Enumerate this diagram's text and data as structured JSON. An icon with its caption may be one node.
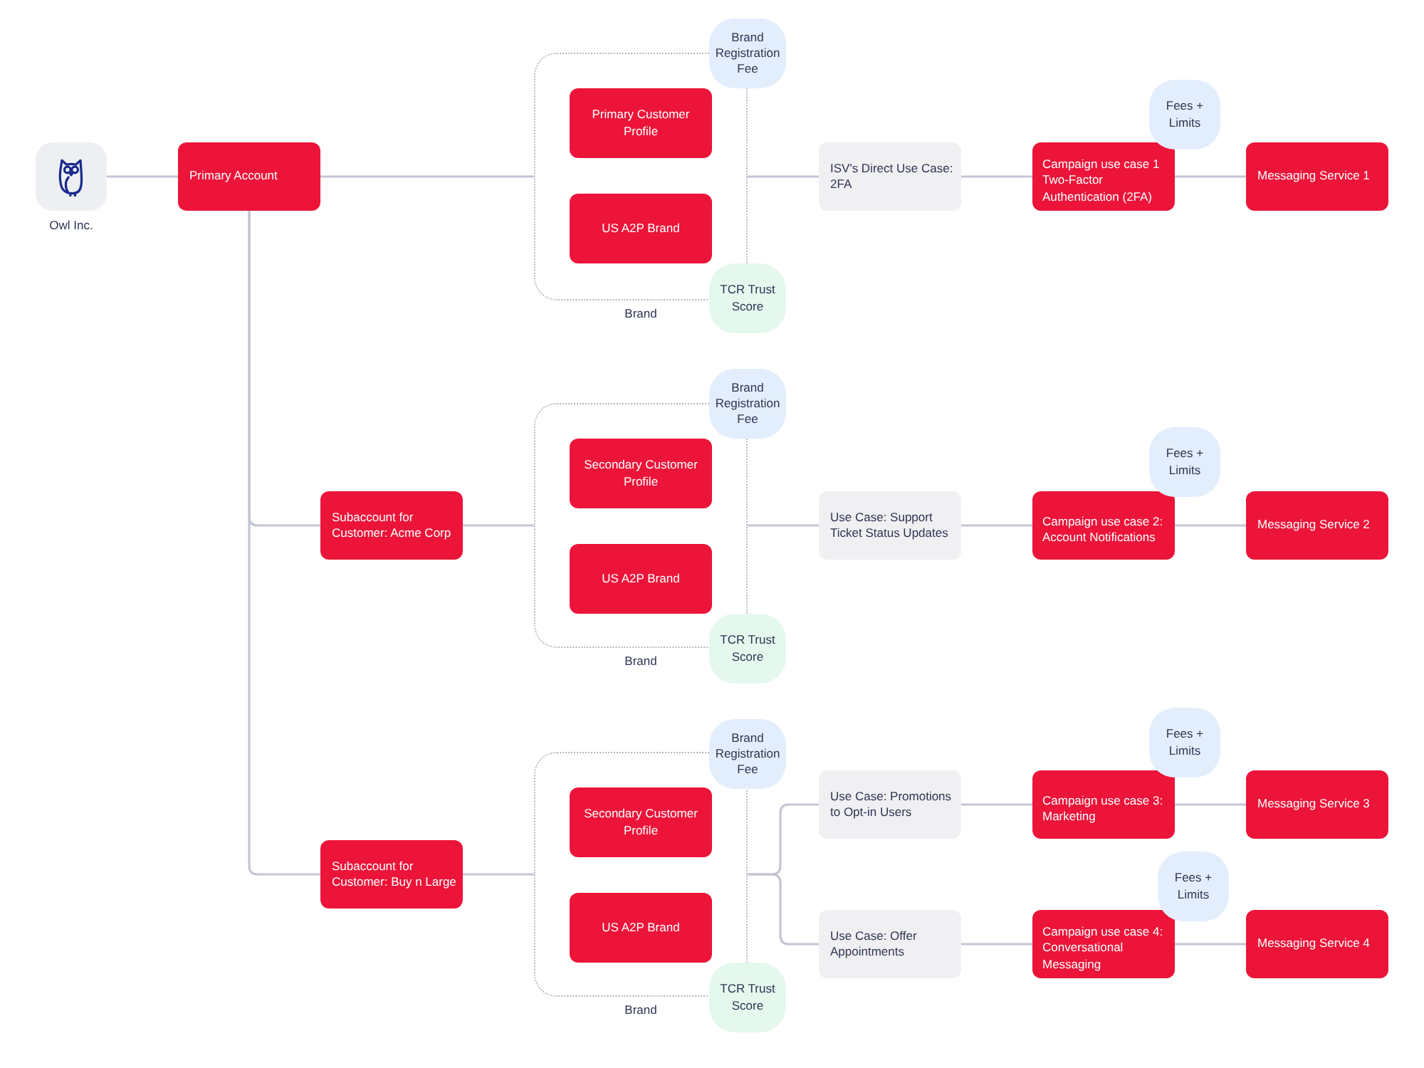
{
  "diagram": {
    "nodes": [
      {
        "text": [
          "Owl Inc."
        ]
      },
      {
        "text": [
          "Primary Account"
        ]
      },
      {
        "text": [
          "Brand"
        ]
      },
      {
        "text": [
          "Primary Customer Profile"
        ],
        "in": 2
      },
      {
        "text": [
          "US A2P Brand"
        ],
        "in": 2
      },
      {
        "text": [
          "Brand Registration Fee"
        ]
      },
      {
        "text": [
          "TCR Trust Score"
        ]
      },
      {
        "text": [
          "ISV's Direct Use Case: 2FA"
        ]
      },
      {
        "text": [
          "Campaign use case 1 Two-Factor Authentication (2FA)"
        ]
      },
      {
        "text": [
          "Fees + Limits"
        ]
      },
      {
        "text": [
          "Messaging Service 1"
        ]
      },
      {
        "text": [
          "Subaccount for Customer: Acme Corp"
        ]
      },
      {
        "text": [
          "Brand"
        ]
      },
      {
        "text": [
          "Secondary Customer Profile"
        ],
        "in": 12
      },
      {
        "text": [
          "US A2P Brand"
        ],
        "in": 12
      },
      {
        "text": [
          "Brand Registration Fee"
        ]
      },
      {
        "text": [
          "TCR Trust Score"
        ]
      },
      {
        "text": [
          "Use Case: Support Ticket Status Updates"
        ]
      },
      {
        "text": [
          "Campaign use case 2: Account Notifications"
        ]
      },
      {
        "text": [
          "Fees + Limits"
        ]
      },
      {
        "text": [
          "Messaging Service 2"
        ]
      },
      {
        "text": [
          "Subaccount for Customer: Buy n Large"
        ]
      },
      {
        "text": [
          "Brand"
        ]
      },
      {
        "text": [
          "Secondary Customer Profile"
        ],
        "in": 22
      },
      {
        "text": [
          "US A2P Brand"
        ],
        "in": 22
      },
      {
        "text": [
          "Brand Registration Fee"
        ]
      },
      {
        "text": [
          "TCR Trust Score"
        ]
      },
      {
        "text": [
          "Use Case: Promotions to Opt-in Users"
        ]
      },
      {
        "text": [
          "Campaign use case 3: Marketing"
        ]
      },
      {
        "text": [
          "Fees + Limits"
        ]
      },
      {
        "text": [
          "Messaging Service 3"
        ]
      },
      {
        "text": [
          "Use Case: Offer Appointments"
        ]
      },
      {
        "text": [
          "Campaign use case 4: Conversational Messaging"
        ]
      },
      {
        "text": [
          "Fees + Limits"
        ]
      },
      {
        "text": [
          "Messaging Service 4"
        ]
      }
    ],
    "edges": [
      {
        "from": 0,
        "to": 1,
        "arrow": "none"
      },
      {
        "from": 1,
        "to": 11,
        "arrow": "none"
      },
      {
        "from": 1,
        "to": 21,
        "arrow": "none"
      },
      {
        "from": 1,
        "to": 2,
        "arrow": "none"
      },
      {
        "from": 2,
        "to": 7,
        "arrow": "none"
      },
      {
        "from": 7,
        "to": 8,
        "arrow": "none"
      },
      {
        "from": 8,
        "to": 10,
        "arrow": "none"
      },
      {
        "from": 11,
        "to": 12,
        "arrow": "none"
      },
      {
        "from": 12,
        "to": 17,
        "arrow": "none"
      },
      {
        "from": 17,
        "to": 18,
        "arrow": "none"
      },
      {
        "from": 18,
        "to": 20,
        "arrow": "none"
      },
      {
        "from": 21,
        "to": 22,
        "arrow": "none"
      },
      {
        "from": 22,
        "to": 27,
        "arrow": "none"
      },
      {
        "from": 22,
        "to": 31,
        "arrow": "none"
      },
      {
        "from": 27,
        "to": 28,
        "arrow": "none"
      },
      {
        "from": 28,
        "to": 30,
        "arrow": "none"
      },
      {
        "from": 31,
        "to": 32,
        "arrow": "none"
      },
      {
        "from": 32,
        "to": 34,
        "arrow": "none"
      }
    ]
  }
}
